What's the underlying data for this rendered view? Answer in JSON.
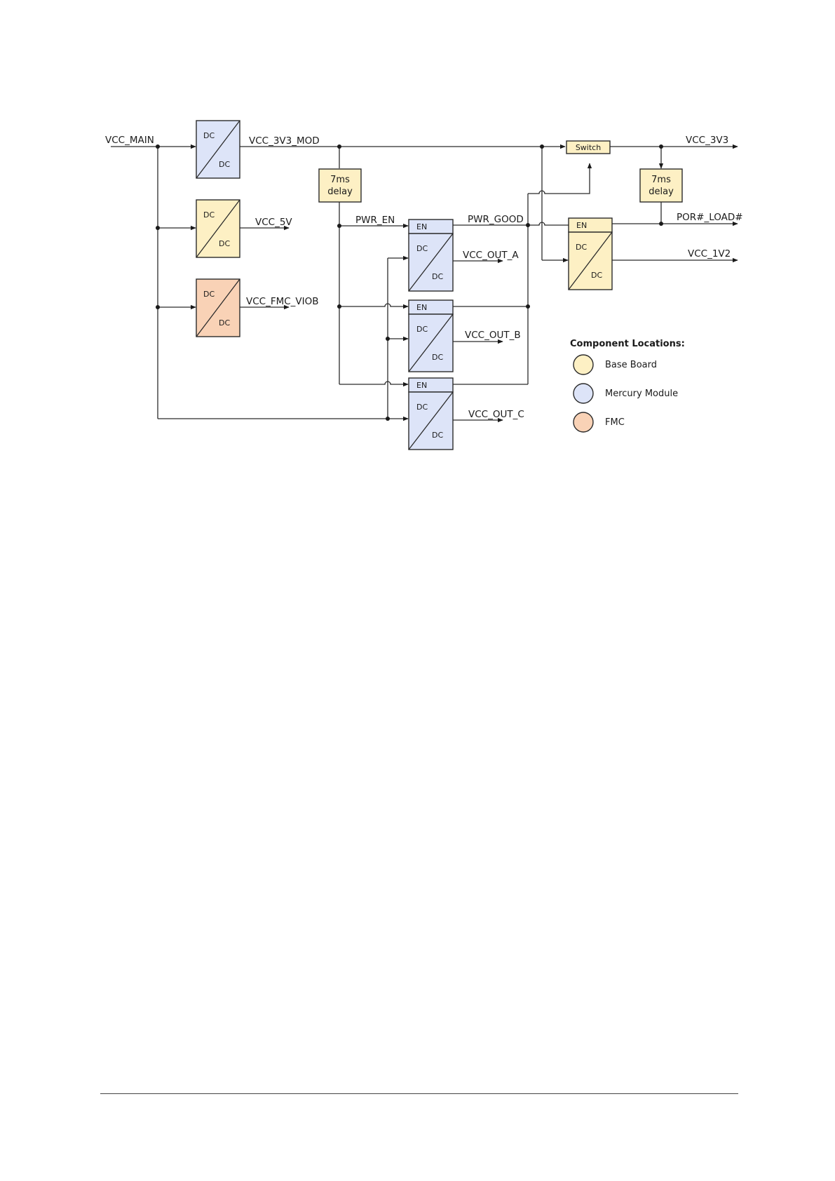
{
  "colors": {
    "base_board": "#fdf0c4",
    "mercury_module": "#dde4f8",
    "fmc": "#f9d2b6",
    "wire": "#2b2b2b"
  },
  "signals": {
    "vcc_main": "VCC_MAIN",
    "vcc_3v3_mod": "VCC_3V3_MOD",
    "vcc_5v": "VCC_5V",
    "vcc_fmc_viob": "VCC_FMC_VIOB",
    "pwr_en": "PWR_EN",
    "pwr_good": "PWR_GOOD",
    "vcc_out_a": "VCC_OUT_A",
    "vcc_out_b": "VCC_OUT_B",
    "vcc_out_c": "VCC_OUT_C",
    "vcc_3v3": "VCC_3V3",
    "por_load": "POR#_LOAD#",
    "vcc_1v2": "VCC_1V2"
  },
  "blocks": {
    "dc": "DC",
    "en": "EN",
    "delay_line1": "7ms",
    "delay_line2": "delay",
    "switch": "Switch"
  },
  "legend": {
    "title": "Component Locations:",
    "items": [
      "Base Board",
      "Mercury Module",
      "FMC"
    ]
  }
}
